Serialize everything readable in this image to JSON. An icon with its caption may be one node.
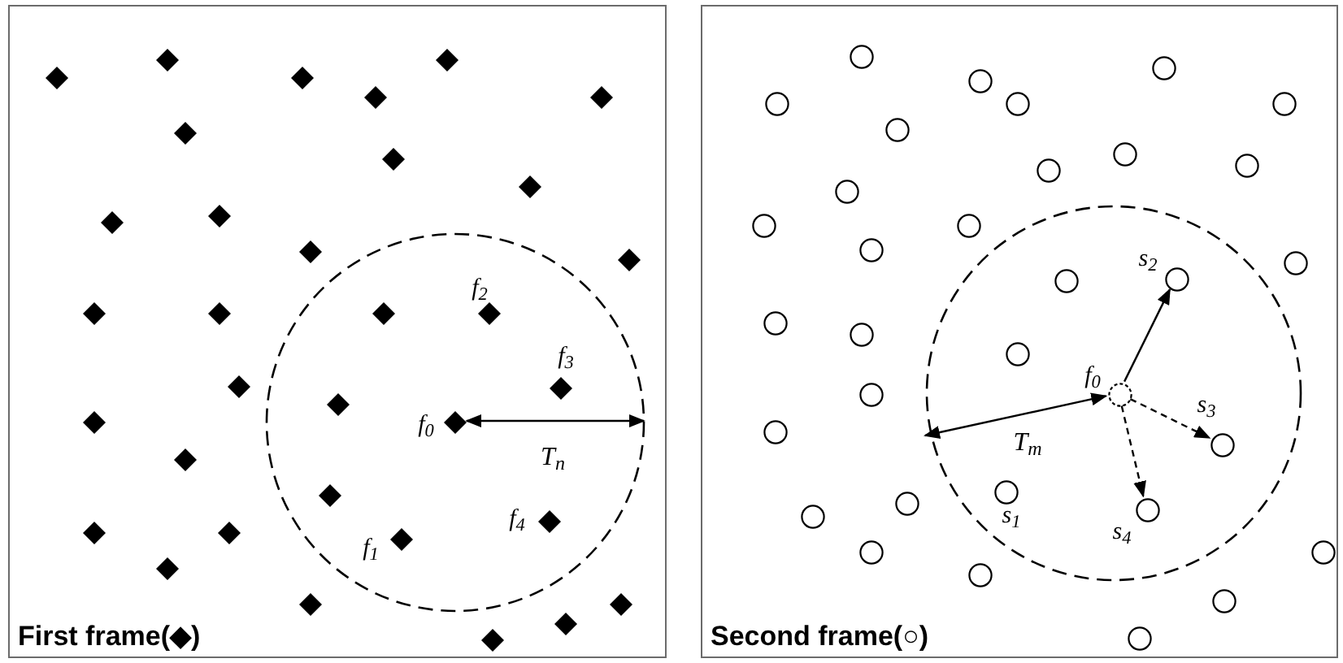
{
  "diagram": {
    "nodes": [
      {
        "text": [
          "First frame(◆)"
        ]
      },
      {
        "text": [],
        "shape": "circle",
        "in": 0
      },
      {
        "text": [],
        "shape": "diamond",
        "in": 0
      },
      {
        "text": [],
        "shape": "diamond",
        "in": 0
      },
      {
        "text": [],
        "shape": "diamond",
        "in": 0
      },
      {
        "text": [],
        "shape": "diamond",
        "in": 0
      },
      {
        "text": [],
        "shape": "diamond",
        "in": 0
      },
      {
        "text": [],
        "shape": "diamond",
        "in": 0
      },
      {
        "text": [],
        "shape": "diamond",
        "in": 0
      },
      {
        "text": [],
        "shape": "diamond",
        "in": 0
      },
      {
        "text": [],
        "shape": "diamond",
        "in": 0
      },
      {
        "text": [],
        "shape": "diamond",
        "in": 0
      },
      {
        "text": [],
        "shape": "diamond",
        "in": 0
      },
      {
        "text": [],
        "shape": "diamond",
        "in": 0
      },
      {
        "text": [],
        "shape": "diamond",
        "in": 0
      },
      {
        "text": [],
        "shape": "diamond",
        "in": 0
      },
      {
        "text": [],
        "shape": "diamond",
        "in": 0
      },
      {
        "text": [],
        "shape": "diamond",
        "in": 1
      },
      {
        "text": [],
        "shape": "diamond",
        "in": 1,
        "beside": [
          "f$_{2}$"
        ]
      },
      {
        "text": [],
        "shape": "diamond",
        "in": 0
      },
      {
        "text": [],
        "shape": "diamond",
        "in": 1,
        "beside": [
          "f$_{3}$"
        ]
      },
      {
        "text": [],
        "shape": "diamond",
        "in": 1
      },
      {
        "text": [],
        "shape": "diamond",
        "in": 0
      },
      {
        "text": [],
        "shape": "diamond",
        "in": 1,
        "beside": [
          "f$_{0}$"
        ]
      },
      {
        "text": [],
        "shape": "diamond",
        "in": 0
      },
      {
        "text": [],
        "shape": "diamond",
        "in": 1
      },
      {
        "text": [],
        "shape": "diamond",
        "in": 1,
        "beside": [
          "f$_{4}$"
        ]
      },
      {
        "text": [],
        "shape": "diamond",
        "in": 0
      },
      {
        "text": [],
        "shape": "diamond",
        "in": 0
      },
      {
        "text": [],
        "shape": "diamond",
        "in": 1,
        "beside": [
          "f$_{1}$"
        ]
      },
      {
        "text": [],
        "shape": "diamond",
        "in": 0
      },
      {
        "text": [],
        "shape": "diamond",
        "in": 0
      },
      {
        "text": [],
        "shape": "diamond",
        "in": 0
      },
      {
        "text": [],
        "shape": "diamond",
        "in": 0
      },
      {
        "text": [],
        "shape": "diamond",
        "in": 0
      },
      {
        "text": [
          "Second frame(○)"
        ]
      },
      {
        "text": [],
        "shape": "circle",
        "in": 35
      },
      {
        "text": [],
        "shape": "circle",
        "in": 35
      },
      {
        "text": [],
        "shape": "circle",
        "in": 35
      },
      {
        "text": [],
        "shape": "circle",
        "in": 35
      },
      {
        "text": [],
        "shape": "circle",
        "in": 35
      },
      {
        "text": [],
        "shape": "circle",
        "in": 35
      },
      {
        "text": [],
        "shape": "circle",
        "in": 35
      },
      {
        "text": [],
        "shape": "circle",
        "in": 35
      },
      {
        "text": [],
        "shape": "circle",
        "in": 35
      },
      {
        "text": [],
        "shape": "circle",
        "in": 35
      },
      {
        "text": [],
        "shape": "circle",
        "in": 35
      },
      {
        "text": [],
        "shape": "circle",
        "in": 35
      },
      {
        "text": [],
        "shape": "circle",
        "in": 35
      },
      {
        "text": [],
        "shape": "circle",
        "in": 35
      },
      {
        "text": [],
        "shape": "circle",
        "in": 35
      },
      {
        "text": [],
        "shape": "circle",
        "in": 35
      },
      {
        "text": [],
        "shape": "circle",
        "in": 36,
        "beside": [
          "s$_{2}$"
        ]
      },
      {
        "text": [],
        "shape": "circle",
        "in": 36
      },
      {
        "text": [],
        "shape": "circle",
        "in": 35
      },
      {
        "text": [],
        "shape": "circle",
        "in": 35
      },
      {
        "text": [],
        "shape": "circle",
        "in": 36
      },
      {
        "text": [],
        "shape": "circle",
        "in": 35
      },
      {
        "text": [],
        "shape": "circle",
        "in": 36,
        "beside": [
          "f$_{0}$"
        ]
      },
      {
        "text": [],
        "shape": "circle",
        "in": 35
      },
      {
        "text": [],
        "shape": "circle",
        "in": 36,
        "beside": [
          "s$_{3}$"
        ]
      },
      {
        "text": [],
        "shape": "circle",
        "in": 36,
        "beside": [
          "s$_{1}$"
        ]
      },
      {
        "text": [],
        "shape": "circle",
        "in": 35
      },
      {
        "text": [],
        "shape": "circle",
        "in": 36,
        "beside": [
          "s$_{4}$"
        ]
      },
      {
        "text": [],
        "shape": "circle",
        "in": 35
      },
      {
        "text": [],
        "shape": "circle",
        "in": 35
      },
      {
        "text": [],
        "shape": "circle",
        "in": 35
      },
      {
        "text": [],
        "shape": "circle",
        "in": 35
      },
      {
        "text": [],
        "shape": "circle",
        "in": 35
      },
      {
        "text": [],
        "shape": "circle",
        "in": 35
      }
    ],
    "edges": [
      {
        "from": 23,
        "to": 1,
        "arrow": "both",
        "label": "T$_{n}$"
      },
      {
        "from": 58,
        "to": 36,
        "arrow": "both",
        "label": "T$_{m}$"
      },
      {
        "from": 58,
        "to": 52,
        "arrow": "to"
      },
      {
        "from": 58,
        "to": 60,
        "arrow": "to",
        "style": "dashed"
      },
      {
        "from": 58,
        "to": 63,
        "arrow": "to",
        "style": "dashed"
      }
    ]
  }
}
